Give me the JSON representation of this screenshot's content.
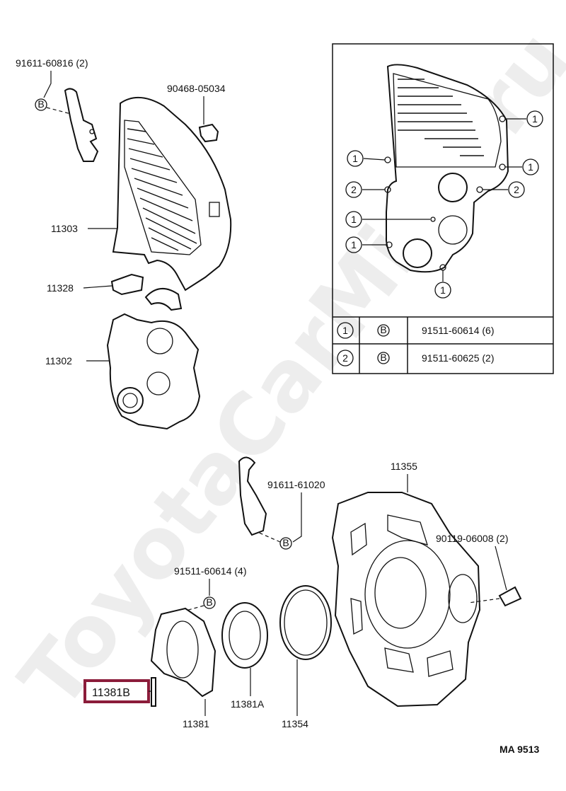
{
  "watermark": "ToyotaCarMine.ru",
  "diagram_code": "MA  9513",
  "labels": {
    "bolt_top": "91611-60816 (2)",
    "clip_top": "90468-05034",
    "timing_cover_upper": "11303",
    "gasket": "11328",
    "timing_cover_lower": "11302",
    "bracket_bolt": "91611-61020",
    "end_plate": "11355",
    "end_plate_bolt": "90119-06008 (2)",
    "retainer_bolt": "91511-60614 (4)",
    "retainer": "11381",
    "seal": "11381A",
    "stud_highlighted": "11381B",
    "o_ring": "11354"
  },
  "callouts": {
    "n1": "1",
    "n2": "2",
    "b": "B"
  },
  "table": {
    "rows": [
      {
        "index": "1",
        "mark": "B",
        "part": "91511-60614 (6)"
      },
      {
        "index": "2",
        "mark": "B",
        "part": "91511-60625 (2)"
      }
    ]
  },
  "colors": {
    "highlight": "#8b1c3a",
    "ink": "#111111"
  }
}
